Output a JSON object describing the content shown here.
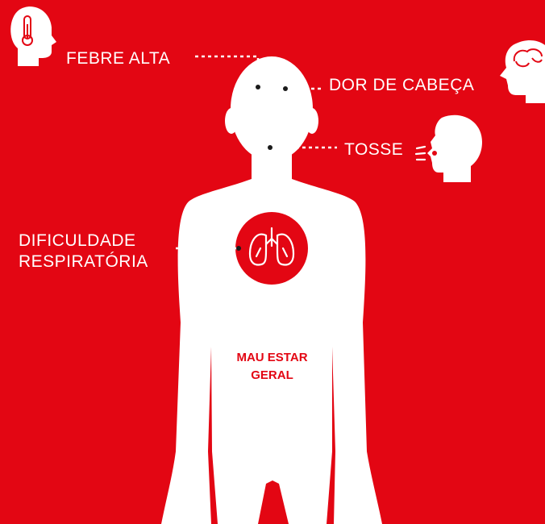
{
  "symptoms": {
    "fever": "FEBRE ALTA",
    "headache": "DOR DE CABEÇA",
    "cough": "TOSSE",
    "breathing_line1": "DIFICULDADE",
    "breathing_line2": "RESPIRATÓRIA",
    "malaise_line1": "MAU ESTAR",
    "malaise_line2": "GERAL"
  },
  "colors": {
    "background": "#e30613",
    "figure": "#ffffff",
    "accent": "#e30613"
  },
  "icons": [
    "thermometer-head-icon",
    "brain-head-icon",
    "coughing-head-icon",
    "lungs-icon"
  ]
}
